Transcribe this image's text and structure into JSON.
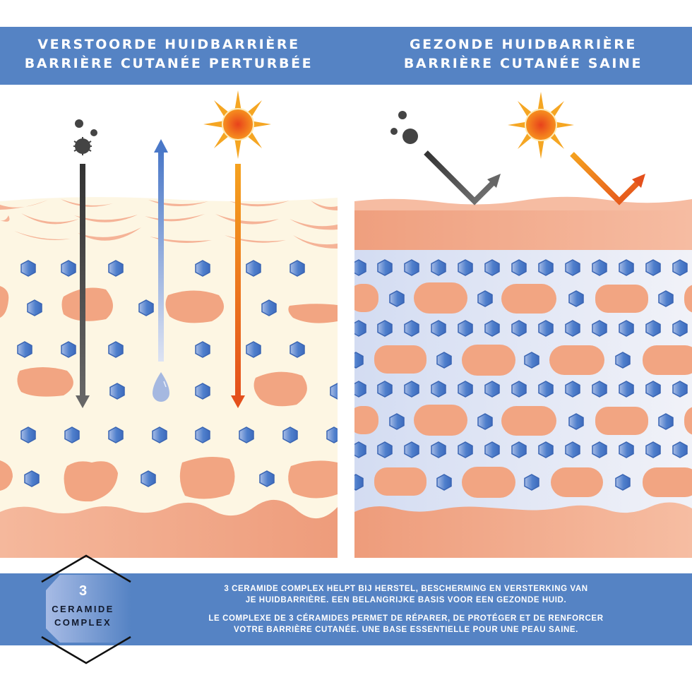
{
  "header": {
    "left": {
      "line1": "VERSTOORDE HUIDBARRIÈRE",
      "line2": "BARRIÈRE CUTANÉE PERTURBÉE"
    },
    "right": {
      "line1": "GEZONDE HUIDBARRIÈRE",
      "line2": "BARRIÈRE CUTANÉE SAINE"
    }
  },
  "panels": {
    "left": {
      "label": "disturbed-skin-barrier",
      "elements": [
        "pollution-particles-icon",
        "water-loss-arrow",
        "water-drop-icon",
        "sun-icon",
        "uv-arrow-penetrating",
        "pollution-arrow-penetrating"
      ]
    },
    "right": {
      "label": "healthy-skin-barrier",
      "elements": [
        "pollution-particles-icon",
        "pollution-arrow-reflected",
        "sun-icon",
        "uv-arrow-reflected"
      ]
    }
  },
  "badge": {
    "number": "3",
    "line1": "CERAMIDE",
    "line2": "COMPLEX"
  },
  "footer": {
    "nl": {
      "line1": "3 CERAMIDE COMPLEX HELPT BIJ HERSTEL, BESCHERMING EN VERSTERKING VAN",
      "line2": "JE HUIDBARRIÈRE. EEN BELANGRIJKE  BASIS VOOR EEN GEZONDE HUID."
    },
    "fr": {
      "line1": "LE COMPLEXE DE 3 CÉRAMIDES PERMET DE RÉPARER, DE PROTÉGER ET DE RENFORCER",
      "line2": "VOTRE BARRIÈRE CUTANÉE. UNE BASE ESSENTIELLE POUR UNE PEAU SAINE."
    }
  },
  "colors": {
    "brand_blue": "#5583c4",
    "skin_salmon": "#f2a582",
    "cream_bg": "#fdf6e3",
    "healthy_bg": "#dfe6f5",
    "ceramide_hex": "#4a78c8",
    "sun_orange": "#f5a623",
    "uv_red": "#e8531e",
    "pollution_gray": "#444444"
  }
}
